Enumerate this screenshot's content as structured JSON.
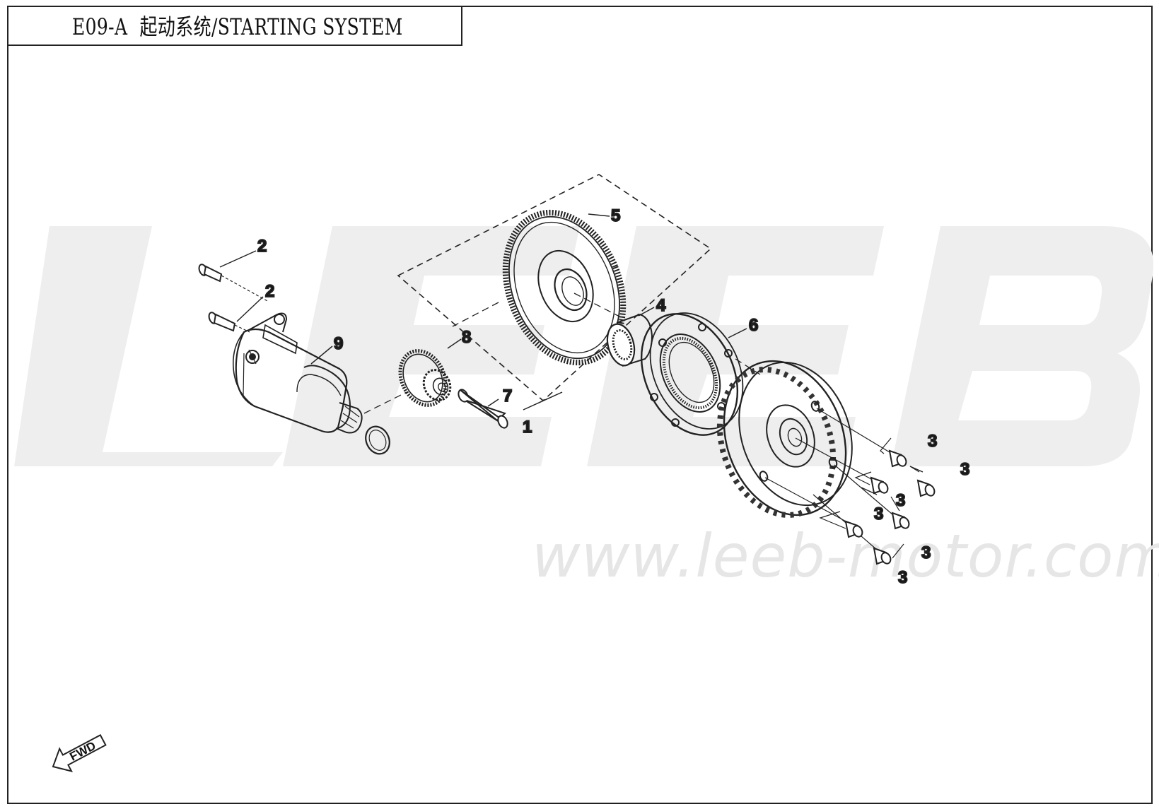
{
  "header": {
    "code": "E09-A",
    "title_cn": "起动系统/STARTING SYSTEM"
  },
  "watermark": {
    "url": "www.leeb-motor.com"
  },
  "callouts": {
    "c1": "1",
    "c2a": "2",
    "c2b": "2",
    "c3a": "3",
    "c3b": "3",
    "c3c": "3",
    "c3d": "3",
    "c3e": "3",
    "c3f": "3",
    "c4": "4",
    "c5": "5",
    "c6": "6",
    "c7": "7",
    "c8": "8",
    "c9": "9"
  },
  "direction_arrow": {
    "label": "FWD"
  },
  "colors": {
    "line": "#222222",
    "watermark": "#ececec"
  }
}
